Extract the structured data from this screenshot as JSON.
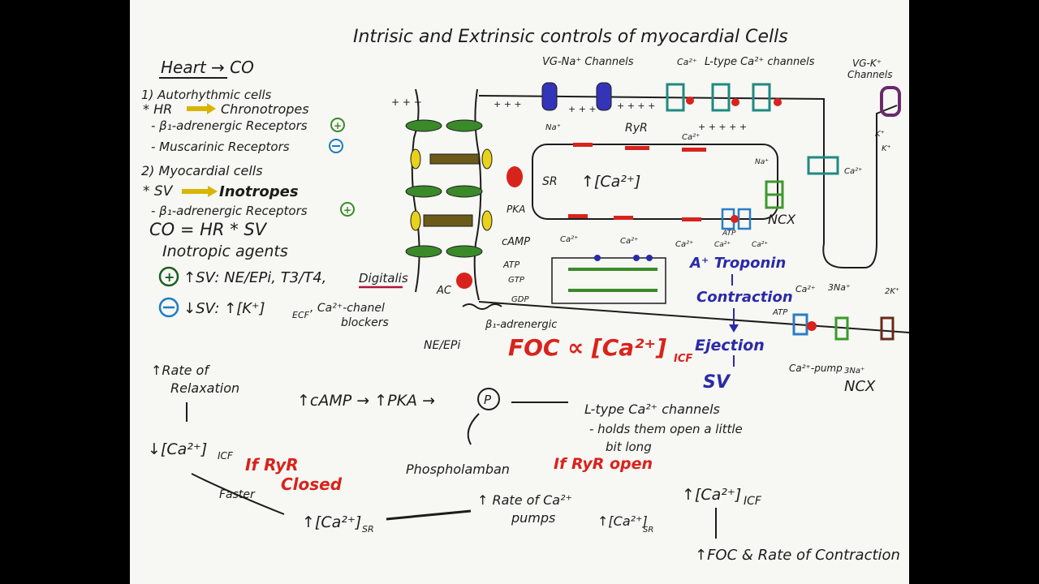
{
  "title": "Intrisic and Extrinsic controls of myocardial Cells",
  "left_notes": {
    "heading": "Heart → CO",
    "l1": "1) Autorhythmic cells",
    "l2a": "* HR",
    "l2b": "Chronotropes",
    "l3": "- β₁-adrenergic Receptors",
    "l4": "- Muscarinic Receptors",
    "l5": "2) Myocardial cells",
    "l6a": "* SV",
    "l6b": "Inotropes",
    "l7": "- β₁-adrenergic Receptors",
    "l8": "CO = HR * SV",
    "l9": "Inotropic agents",
    "l10a": "↑SV: NE/EPi, T3/T4, ",
    "l10b": "Digitalis",
    "l11": "↓SV: ↑[K⁺]",
    "l11b": "ECF",
    "l11c": ", Ca²⁺-chanel",
    "l12": "blockers"
  },
  "membrane": {
    "vg_na": "VG-Na⁺ Channels",
    "ltype": "L-type Ca²⁺ channels",
    "vg_k": "VG-K⁺",
    "vg_k2": "Channels",
    "ca": "Ca²⁺",
    "na": "Na⁺",
    "k": "K⁺",
    "ryr": "RyR",
    "sr": "SR",
    "sr_ca": "↑[Ca²⁺]",
    "pka": "PKA",
    "camp": "cAMP",
    "atp": "ATP",
    "gtp": "GTP",
    "gdp": "GDP",
    "ac": "AC",
    "beta": "β₁-adrenergic",
    "ne": "NE/EPi",
    "ncx": "NCX",
    "na3": "3Na⁺",
    "k2": "2K⁺",
    "na3b": "3Na⁺",
    "ca_pump": "Ca²⁺-pump"
  },
  "cascade": {
    "troponin": "A⁺ Troponin",
    "contraction": "Contraction",
    "ejection": "Ejection",
    "sv": "SV",
    "foc": "FOC ∝ [Ca²⁺]",
    "foc_sub": "ICF"
  },
  "bottom": {
    "rate_relax": "↑Rate of",
    "rate_relax2": "Relaxation",
    "camp_chain": "↑cAMP → ↑PKA →",
    "p_circle": "P",
    "ltype_line": "L-type Ca²⁺ channels",
    "holds1": "- holds them open a little",
    "holds2": "bit long",
    "phospholamban": "Phospholamban",
    "rate_pumps": "↑ Rate of Ca²⁺",
    "pumps": "pumps",
    "ca_icf_low": "↓[Ca²⁺]",
    "icf": "ICF",
    "if_closed1": "If RyR",
    "if_closed2": "Closed",
    "if_open": "If RyR open",
    "faster": "Faster",
    "ca_sr": "↑[Ca²⁺]",
    "sr_sub": "SR",
    "ca_sr2": "↑[Ca²⁺]",
    "ca_icf_hi": "↑[Ca²⁺]",
    "icf2": "ICF",
    "foc_rate": "↑FOC & Rate of Contraction"
  },
  "colors": {
    "red": "#d8231c",
    "blue": "#2a2aa8",
    "green": "#3a8a2a",
    "yellow": "#d9b400",
    "teal": "#1f8a80",
    "purple": "#6a2a6a"
  }
}
